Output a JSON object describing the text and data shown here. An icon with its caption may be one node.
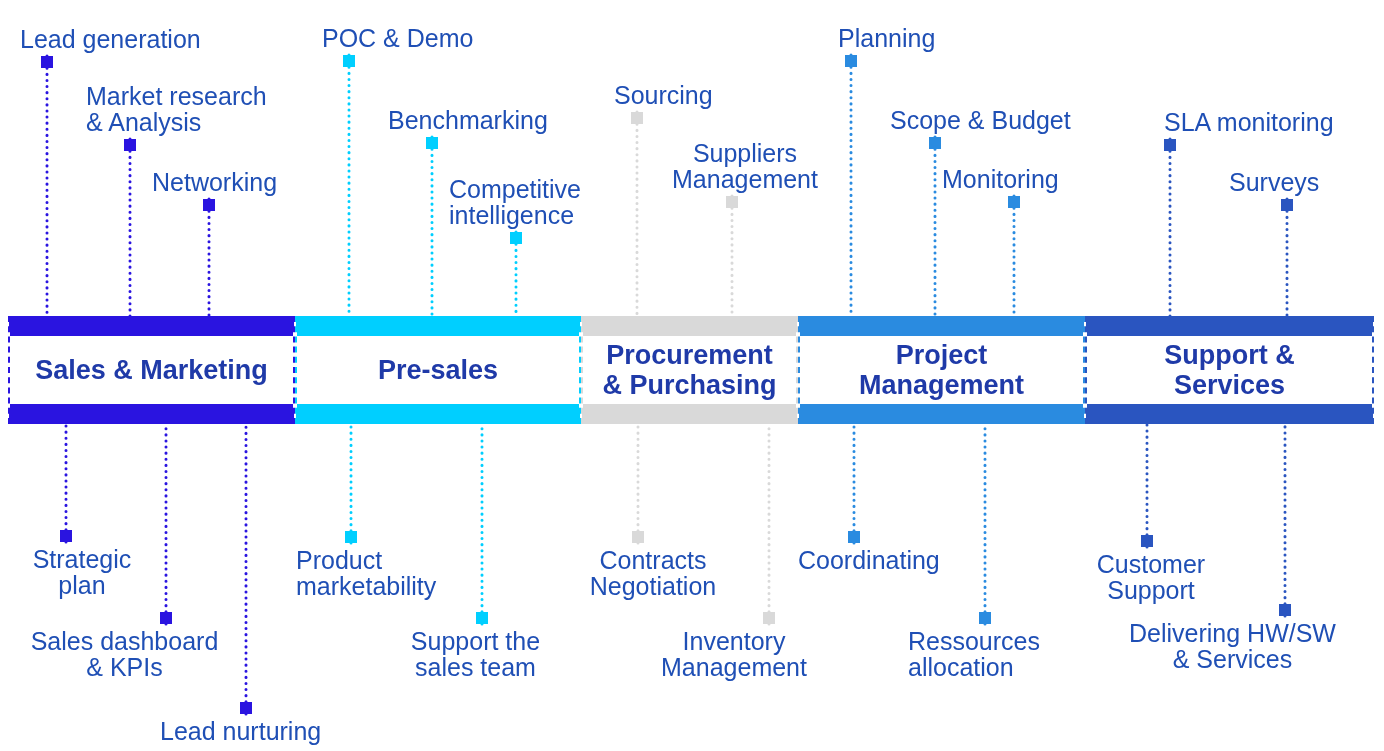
{
  "diagram": {
    "nodes": [
      {
        "text": [
          "Sales & Marketing"
        ]
      },
      {
        "text": [
          "Pre-sales"
        ]
      },
      {
        "text": [
          "Procurement & Purchasing"
        ]
      },
      {
        "text": [
          "Project Management"
        ]
      },
      {
        "text": [
          "Support & Services"
        ]
      },
      {
        "text": [
          "Lead generation"
        ]
      },
      {
        "text": [
          "Market research & Analysis"
        ]
      },
      {
        "text": [
          "Networking"
        ]
      },
      {
        "text": [
          "Strategic plan"
        ]
      },
      {
        "text": [
          "Sales dashboard & KPIs"
        ]
      },
      {
        "text": [
          "Lead nurturing"
        ]
      },
      {
        "text": [
          "POC & Demo"
        ]
      },
      {
        "text": [
          "Benchmarking"
        ]
      },
      {
        "text": [
          "Competitive intelligence"
        ]
      },
      {
        "text": [
          "Product marketability"
        ]
      },
      {
        "text": [
          "Support the sales team"
        ]
      },
      {
        "text": [
          "Sourcing"
        ]
      },
      {
        "text": [
          "Suppliers Management"
        ]
      },
      {
        "text": [
          "Contracts Negotiation"
        ]
      },
      {
        "text": [
          "Inventory Management"
        ]
      },
      {
        "text": [
          "Planning"
        ]
      },
      {
        "text": [
          "Scope & Budget"
        ]
      },
      {
        "text": [
          "Monitoring"
        ]
      },
      {
        "text": [
          "Coordinating"
        ]
      },
      {
        "text": [
          "Ressources allocation"
        ]
      },
      {
        "text": [
          "SLA monitoring"
        ]
      },
      {
        "text": [
          "Surveys"
        ]
      },
      {
        "text": [
          "Customer Support"
        ]
      },
      {
        "text": [
          "Delivering HW/SW & Services"
        ]
      }
    ],
    "edges": [
      {
        "from": 5,
        "to": 0,
        "arrow": "other",
        "style": "dashed",
        "color": "#2a14e0"
      },
      {
        "from": 6,
        "to": 0,
        "arrow": "other",
        "style": "dashed",
        "color": "#2a14e0"
      },
      {
        "from": 7,
        "to": 0,
        "arrow": "other",
        "style": "dashed",
        "color": "#2a14e0"
      },
      {
        "from": 8,
        "to": 0,
        "arrow": "other",
        "style": "dashed",
        "color": "#2a14e0"
      },
      {
        "from": 9,
        "to": 0,
        "arrow": "other",
        "style": "dashed",
        "color": "#2a14e0"
      },
      {
        "from": 10,
        "to": 0,
        "arrow": "other",
        "style": "dashed",
        "color": "#2a14e0"
      },
      {
        "from": 11,
        "to": 1,
        "arrow": "other",
        "style": "dashed",
        "color": "#00cfff"
      },
      {
        "from": 12,
        "to": 1,
        "arrow": "other",
        "style": "dashed",
        "color": "#00cfff"
      },
      {
        "from": 13,
        "to": 1,
        "arrow": "other",
        "style": "dashed",
        "color": "#00cfff"
      },
      {
        "from": 14,
        "to": 1,
        "arrow": "other",
        "style": "dashed",
        "color": "#00cfff"
      },
      {
        "from": 15,
        "to": 1,
        "arrow": "other",
        "style": "dashed",
        "color": "#00cfff"
      },
      {
        "from": 16,
        "to": 2,
        "arrow": "other",
        "style": "dashed",
        "color": "#d9d9d9"
      },
      {
        "from": 17,
        "to": 2,
        "arrow": "other",
        "style": "dashed",
        "color": "#d9d9d9"
      },
      {
        "from": 18,
        "to": 2,
        "arrow": "other",
        "style": "dashed",
        "color": "#d9d9d9"
      },
      {
        "from": 19,
        "to": 2,
        "arrow": "other",
        "style": "dashed",
        "color": "#d9d9d9"
      },
      {
        "from": 20,
        "to": 3,
        "arrow": "other",
        "style": "dashed",
        "color": "#2a8be0"
      },
      {
        "from": 21,
        "to": 3,
        "arrow": "other",
        "style": "dashed",
        "color": "#2a8be0"
      },
      {
        "from": 22,
        "to": 3,
        "arrow": "other",
        "style": "dashed",
        "color": "#2a8be0"
      },
      {
        "from": 23,
        "to": 3,
        "arrow": "other",
        "style": "dashed",
        "color": "#2a8be0"
      },
      {
        "from": 24,
        "to": 3,
        "arrow": "other",
        "style": "dashed",
        "color": "#2a8be0"
      },
      {
        "from": 25,
        "to": 4,
        "arrow": "other",
        "style": "dashed",
        "color": "#2a55c0"
      },
      {
        "from": 26,
        "to": 4,
        "arrow": "other",
        "style": "dashed",
        "color": "#2a55c0"
      },
      {
        "from": 27,
        "to": 4,
        "arrow": "other",
        "style": "dashed",
        "color": "#2a55c0"
      },
      {
        "from": 28,
        "to": 4,
        "arrow": "other",
        "style": "dashed",
        "color": "#2a55c0"
      }
    ]
  }
}
